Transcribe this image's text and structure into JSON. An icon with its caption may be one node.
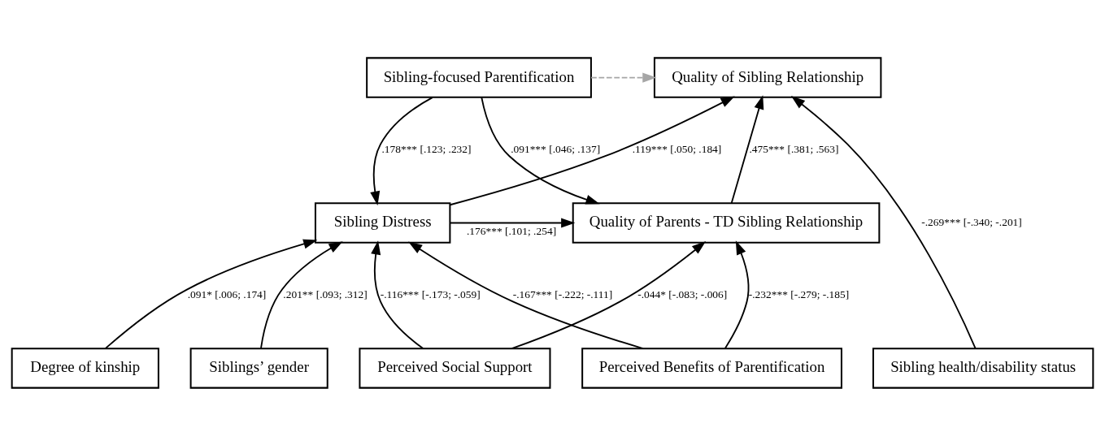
{
  "diagram": {
    "nodes": [
      {
        "text": [
          "Sibling Distress"
        ]
      },
      {
        "text": [
          "Quality of Parents - TD Sibling Relationship"
        ]
      },
      {
        "text": [
          "Sibling-focused Parentification"
        ]
      },
      {
        "text": [
          "Quality of Sibling Relationship"
        ]
      },
      {
        "text": [
          "Perceived Social Support"
        ]
      },
      {
        "text": [
          "Perceived Benefits of Parentification"
        ]
      },
      {
        "text": [
          "Degree of kinship"
        ]
      },
      {
        "text": [
          "Siblings’ gender"
        ]
      },
      {
        "text": [
          "Sibling health/disability status"
        ]
      }
    ],
    "edges": [
      {
        "from": 2,
        "to": 0,
        "arrow": "to",
        "label": ".178*** [.123; .232]"
      },
      {
        "from": 2,
        "to": 1,
        "arrow": "to",
        "label": ".091*** [.046; .137]"
      },
      {
        "from": 0,
        "to": 1,
        "arrow": "to",
        "label": ".176*** [.101; .254]"
      },
      {
        "from": 0,
        "to": 3,
        "arrow": "to",
        "label": ".119*** [.050; .184]"
      },
      {
        "from": 1,
        "to": 3,
        "arrow": "to",
        "label": ".475*** [.381; .563]"
      },
      {
        "from": 2,
        "to": 3,
        "arrow": "to",
        "style": "dashed",
        "color": "#a6a6a6"
      },
      {
        "from": 4,
        "to": 0,
        "arrow": "to",
        "label": "-.116*** [-.173; -.059]"
      },
      {
        "from": 4,
        "to": 1,
        "arrow": "to",
        "label": "-.044* [-.083; -.006]"
      },
      {
        "from": 5,
        "to": 0,
        "arrow": "to",
        "label": "-.167*** [-.222; -.111]"
      },
      {
        "from": 5,
        "to": 1,
        "arrow": "to",
        "label": "-.232*** [-.279; -.185]"
      },
      {
        "from": 6,
        "to": 0,
        "arrow": "to",
        "label": ".091* [.006; .174]"
      },
      {
        "from": 7,
        "to": 0,
        "arrow": "to",
        "label": ".201** [.093; .312]"
      },
      {
        "from": 8,
        "to": 3,
        "arrow": "to",
        "label": "-.269*** [-.340; -.201]"
      }
    ]
  }
}
